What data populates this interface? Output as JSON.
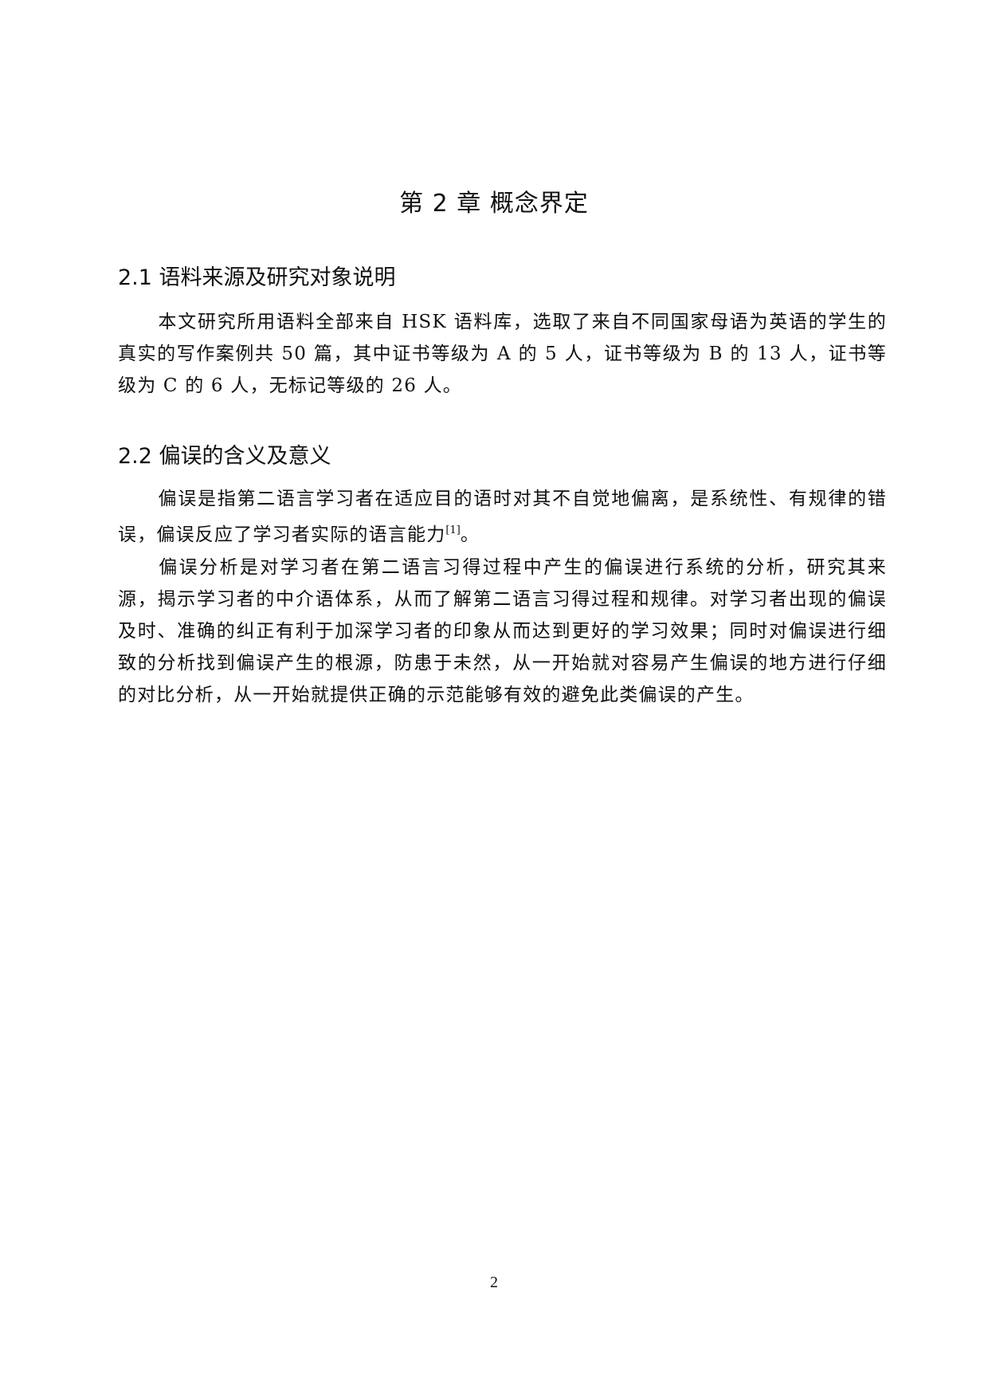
{
  "chapter": {
    "title": "第 2 章  概念界定"
  },
  "sections": [
    {
      "title": "2.1 语料来源及研究对象说明",
      "paragraphs": [
        "本文研究所用语料全部来自 HSK 语料库，选取了来自不同国家母语为英语的学生的真实的写作案例共 50 篇，其中证书等级为 A 的 5 人，证书等级为 B 的 13 人，证书等级为 C 的 6 人，无标记等级的 26 人。"
      ]
    },
    {
      "title": "2.2 偏误的含义及意义",
      "paragraphs": [
        "偏误是指第二语言学习者在适应目的语时对其不自觉地偏离，是系统性、有规律的错误，偏误反应了学习者实际的语言能力",
        "偏误分析是对学习者在第二语言习得过程中产生的偏误进行系统的分析，研究其来源，揭示学习者的中介语体系，从而了解第二语言习得过程和规律。对学习者出现的偏误及时、准确的纠正有利于加深学习者的印象从而达到更好的学习效果；同时对偏误进行细致的分析找到偏误产生的根源，防患于未然，从一开始就对容易产生偏误的地方进行仔细的对比分析，从一开始就提供正确的示范能够有效的避免此类偏误的产生。"
      ],
      "citation": "[1]",
      "after_citation": "。"
    }
  ],
  "footer": {
    "page_number": "2"
  }
}
